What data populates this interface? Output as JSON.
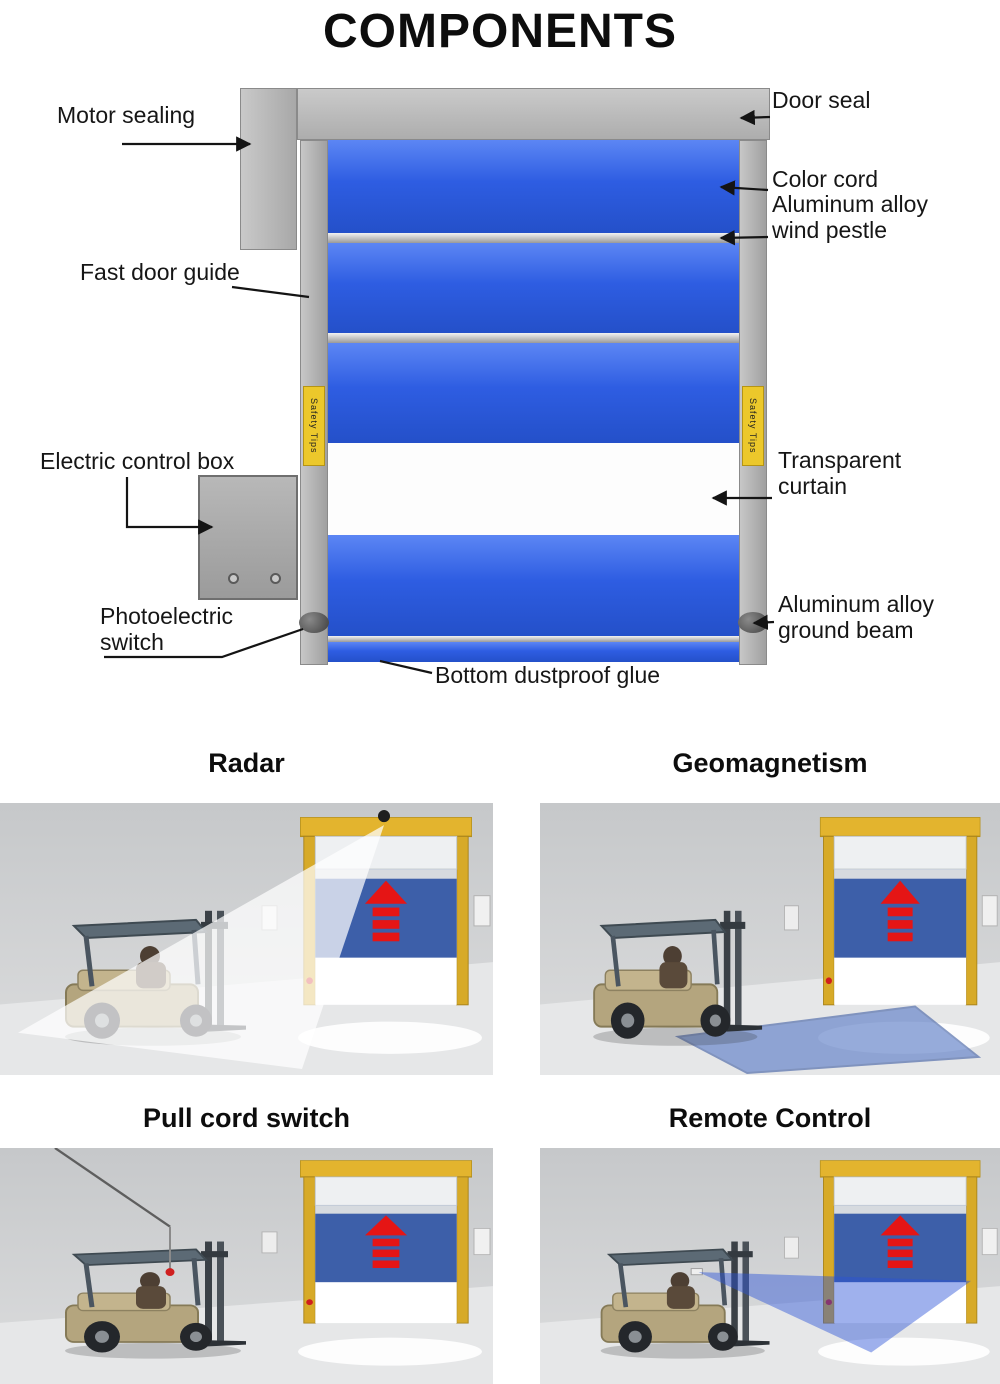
{
  "title": "COMPONENTS",
  "diagram": {
    "safety_tips": "Safety Tips",
    "motor_sealing": "Motor sealing",
    "door_seal": "Door seal",
    "color_cord": "Color cord",
    "wind_pestle": "Aluminum alloy wind pestle",
    "fast_door_guide": "Fast door guide",
    "electric_control_box": "Electric control box",
    "transparent_curtain": "Transparent curtain",
    "photoelectric_switch": "Photoelectric switch",
    "ground_beam": "Aluminum alloy ground beam",
    "bottom_dustproof_glue": "Bottom dustproof glue"
  },
  "scenes": {
    "radar": "Radar",
    "geomagnetism": "Geomagnetism",
    "pull_cord": "Pull cord switch",
    "remote": "Remote Control"
  },
  "colors": {
    "curtain_blue": "#2e5de2",
    "frame_gray": "#b9b9b9",
    "safety_yellow": "#ecc82b",
    "scene_door_yellow": "#ddb32d",
    "scene_curtain_blue": "#3d5fa9",
    "arrow_red": "#e51515",
    "geomagnetic_mat_blue": "#6080c8"
  }
}
